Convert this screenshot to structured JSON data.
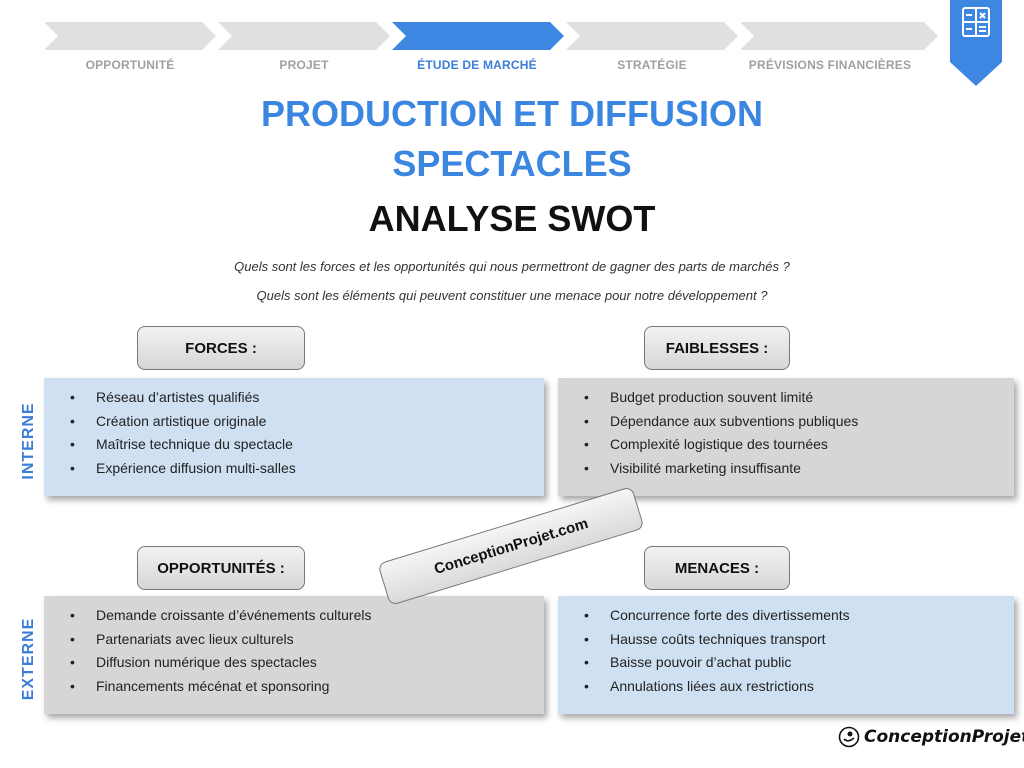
{
  "steps": [
    {
      "label": "OPPORTUNITÉ",
      "active": false
    },
    {
      "label": "PROJET",
      "active": false
    },
    {
      "label": "ÉTUDE DE MARCHÉ",
      "active": true
    },
    {
      "label": "STRATÉGIE",
      "active": false
    },
    {
      "label": "PRÉVISIONS FINANCIÈRES",
      "active": false
    }
  ],
  "colors": {
    "accent": "#3b86e0",
    "step_inactive": "#e0e0e0",
    "step_active": "#3d86e2",
    "blue_panel": "#cfe0f3",
    "gray_panel": "#d6d6d6"
  },
  "corner_icon": "calculation-sheet-icon",
  "title": {
    "line1": "PRODUCTION ET DIFFUSION",
    "line2": "SPECTACLES",
    "subtitle": "ANALYSE SWOT"
  },
  "questions": [
    "Quels sont les forces et les opportunités qui nous permettront de gagner des parts de marchés ?",
    "Quels sont les éléments qui peuvent constituer une menace pour notre développement ?"
  ],
  "side_labels": {
    "internal": "INTERNE",
    "external": "EXTERNE"
  },
  "quadrants": {
    "forces": {
      "header": "FORCES :",
      "items": [
        "Réseau d’artistes qualifiés",
        "Création artistique originale",
        "Maîtrise technique du spectacle",
        "Expérience diffusion multi-salles"
      ]
    },
    "faiblesses": {
      "header": "FAIBLESSES :",
      "items": [
        "Budget production souvent limité",
        "Dépendance aux subventions publiques",
        "Complexité logistique des tournées",
        "Visibilité marketing insuffisante"
      ]
    },
    "opportunites": {
      "header": "OPPORTUNITÉS :",
      "items": [
        "Demande croissante d’événements culturels",
        "Partenariats avec lieux culturels",
        "Diffusion numérique des spectacles",
        "Financements mécénat et sponsoring"
      ]
    },
    "menaces": {
      "header": "MENACES :",
      "items": [
        "Concurrence forte des divertissements",
        "Hausse coûts techniques transport",
        "Baisse pouvoir d’achat public",
        "Annulations liées aux restrictions"
      ]
    }
  },
  "stamp": "ConceptionProjet.com",
  "logo": {
    "text": "ConceptionProjet",
    "icon": "lightbulb-hand-icon"
  }
}
